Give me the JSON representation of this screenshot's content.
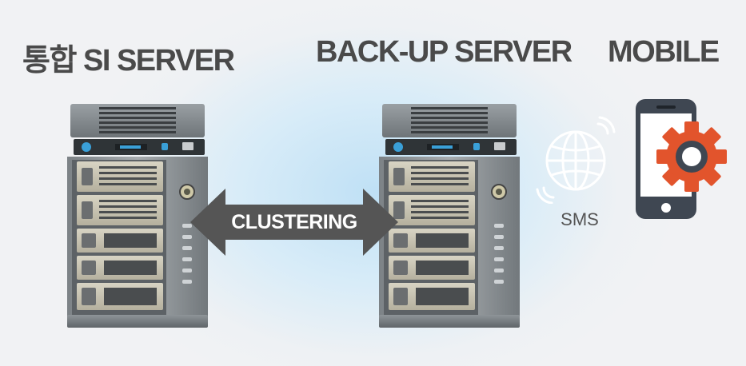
{
  "titles": {
    "si_server": "통합 SI SERVER",
    "backup_server": "BACK-UP SERVER",
    "mobile": "MOBILE"
  },
  "connector": {
    "label": "CLUSTERING",
    "color": "#555555"
  },
  "sms": {
    "label": "SMS",
    "icon": "globe-icon"
  },
  "mobile_icon": {
    "icon": "gear-icon",
    "gear_color": "#e2542c",
    "phone_color": "#3f4752"
  }
}
